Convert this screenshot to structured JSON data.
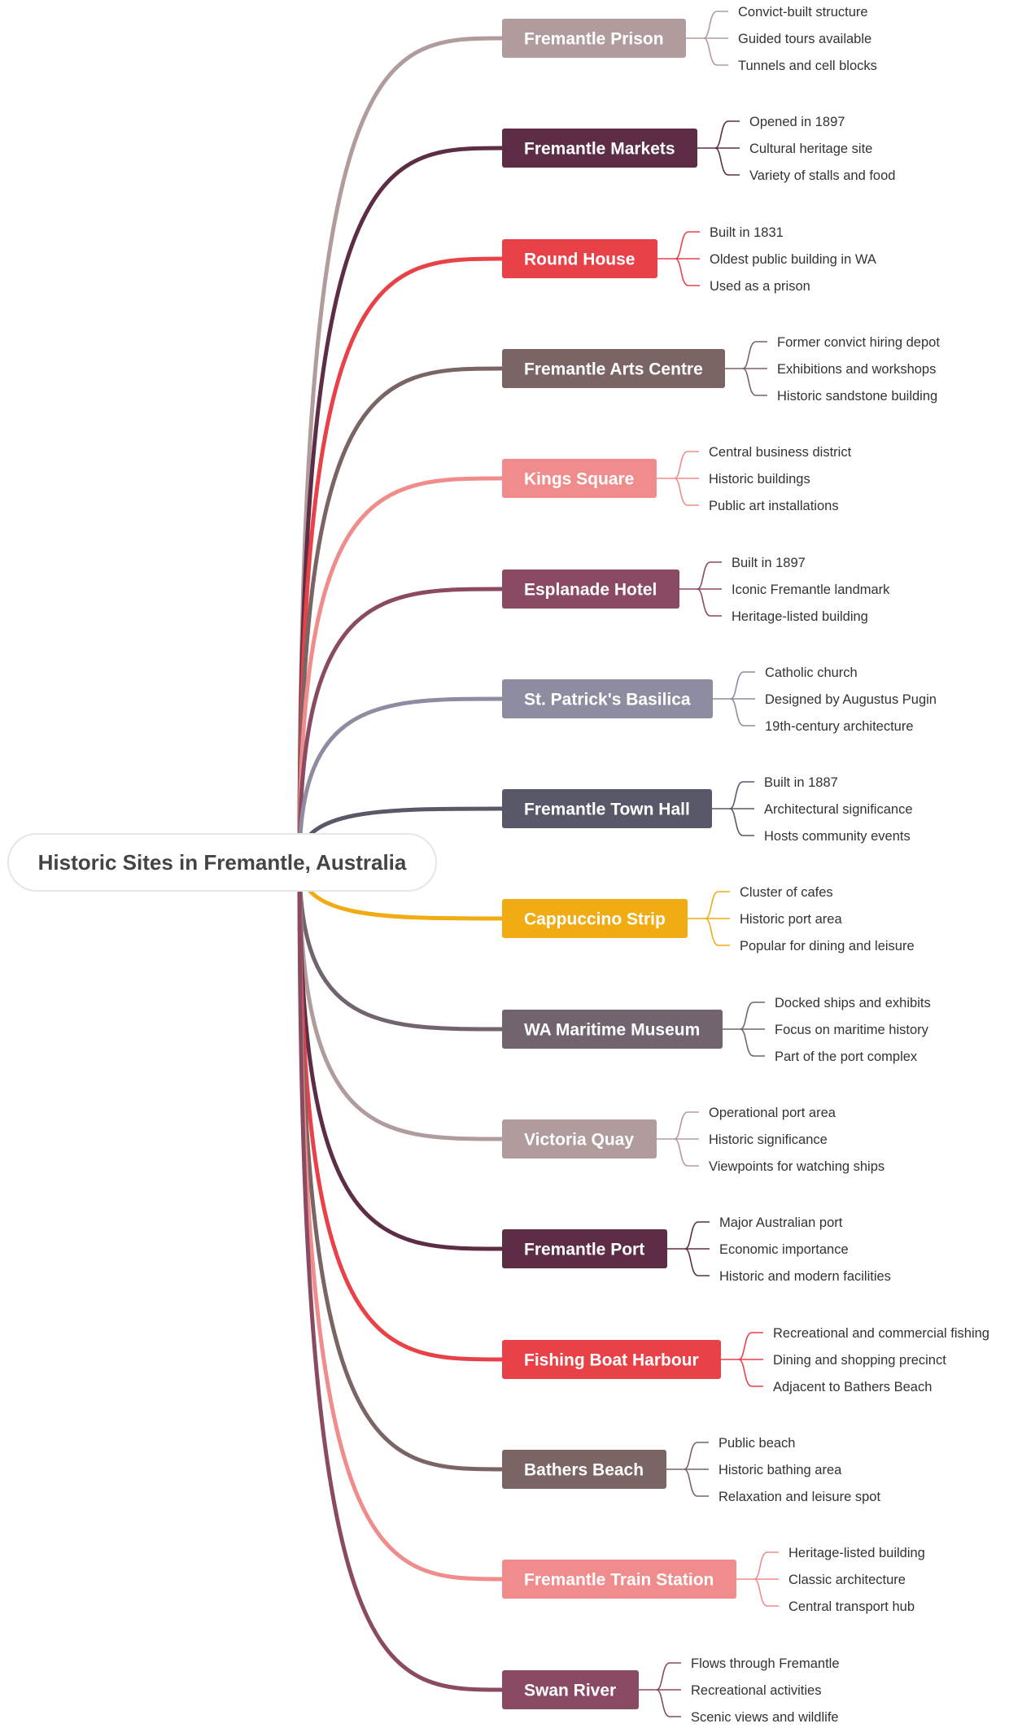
{
  "root": {
    "label": "Historic Sites in Fremantle, Australia"
  },
  "branches": [
    {
      "label": "Fremantle Prison",
      "color": "#b09c9c",
      "leaves": [
        "Convict-built structure",
        "Guided tours available",
        "Tunnels and cell blocks"
      ]
    },
    {
      "label": "Fremantle Markets",
      "color": "#5c2d45",
      "leaves": [
        "Opened in 1897",
        "Cultural heritage site",
        "Variety of stalls and food"
      ]
    },
    {
      "label": "Round House",
      "color": "#e84148",
      "leaves": [
        "Built in 1831",
        "Oldest public building in WA",
        "Used as a prison"
      ]
    },
    {
      "label": "Fremantle Arts Centre",
      "color": "#7a6464",
      "leaves": [
        "Former convict hiring depot",
        "Exhibitions and workshops",
        "Historic sandstone building"
      ]
    },
    {
      "label": "Kings Square",
      "color": "#f08c8c",
      "leaves": [
        "Central business district",
        "Historic buildings",
        "Public art installations"
      ]
    },
    {
      "label": "Esplanade Hotel",
      "color": "#8a4a62",
      "leaves": [
        "Built in 1897",
        "Iconic Fremantle landmark",
        "Heritage-listed building"
      ]
    },
    {
      "label": "St. Patrick's Basilica",
      "color": "#8e8ca0",
      "leaves": [
        "Catholic church",
        "Designed by Augustus Pugin",
        "19th-century architecture"
      ]
    },
    {
      "label": "Fremantle Town Hall",
      "color": "#585868",
      "leaves": [
        "Built in 1887",
        "Architectural significance",
        "Hosts community events"
      ]
    },
    {
      "label": "Cappuccino Strip",
      "color": "#f0ac12",
      "leaves": [
        "Cluster of cafes",
        "Historic port area",
        "Popular for dining and leisure"
      ]
    },
    {
      "label": "WA Maritime Museum",
      "color": "#72646e",
      "leaves": [
        "Docked ships and exhibits",
        "Focus on maritime history",
        "Part of the port complex"
      ]
    },
    {
      "label": "Victoria Quay",
      "color": "#b09c9c",
      "leaves": [
        "Operational port area",
        "Historic significance",
        "Viewpoints for watching ships"
      ]
    },
    {
      "label": "Fremantle Port",
      "color": "#5c2d45",
      "leaves": [
        "Major Australian port",
        "Economic importance",
        "Historic and modern facilities"
      ]
    },
    {
      "label": "Fishing Boat Harbour",
      "color": "#e84148",
      "leaves": [
        "Recreational and commercial fishing",
        "Dining and shopping precinct",
        "Adjacent to Bathers Beach"
      ]
    },
    {
      "label": "Bathers Beach",
      "color": "#7a6464",
      "leaves": [
        "Public beach",
        "Historic bathing area",
        "Relaxation and leisure spot"
      ]
    },
    {
      "label": "Fremantle Train Station",
      "color": "#f08c8c",
      "leaves": [
        "Heritage-listed building",
        "Classic architecture",
        "Central transport hub"
      ]
    },
    {
      "label": "Swan River",
      "color": "#8a4a62",
      "leaves": [
        "Flows through Fremantle",
        "Recreational activities",
        "Scenic views and wildlife"
      ]
    }
  ]
}
